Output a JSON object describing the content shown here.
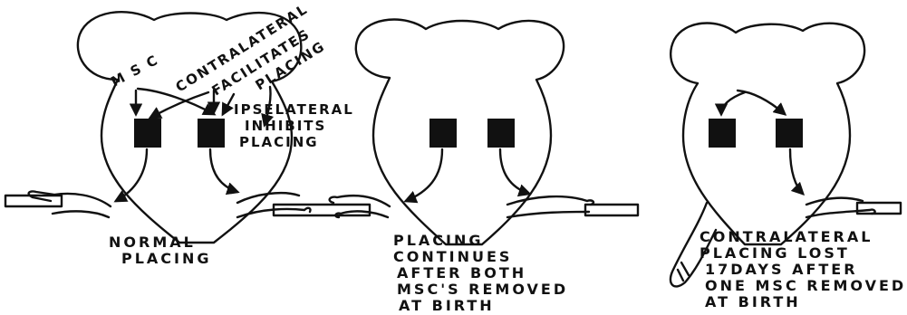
{
  "panels": [
    {
      "labels": {
        "msc": "M S C",
        "contralateral": "CONTRALATERAL",
        "facilitates": "FACILITATES",
        "placing": "PLACING",
        "ipselateral": "IPSELATERAL",
        "inhibits": "INHIBITS",
        "placing2": "PLACING"
      },
      "caption": [
        "NORMAL",
        "PLACING"
      ]
    },
    {
      "caption": [
        "PLACING",
        "CONTINUES",
        "AFTER BOTH",
        "MSC'S REMOVED",
        "AT BIRTH"
      ]
    },
    {
      "caption": [
        "CONTRALATERAL",
        "PLACING LOST",
        "17DAYS AFTER",
        "ONE MSC REMOVED",
        "AT BIRTH"
      ]
    }
  ]
}
